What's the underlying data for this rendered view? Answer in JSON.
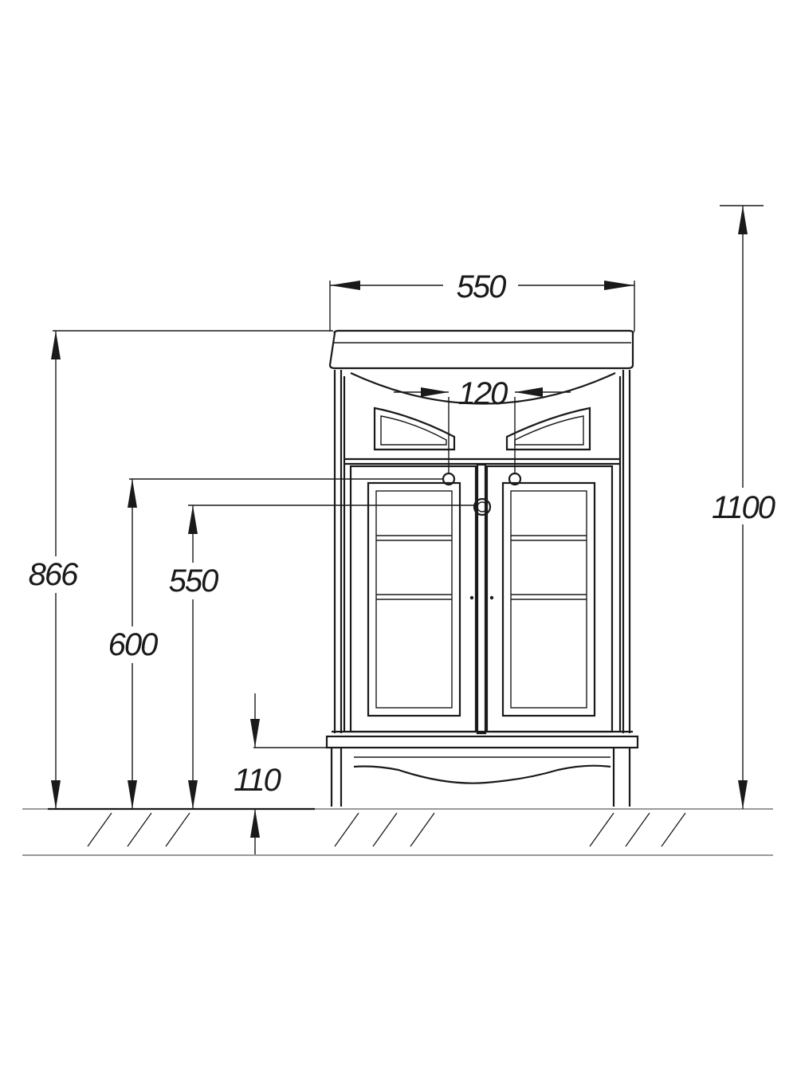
{
  "dimensions": {
    "total_width": "550",
    "hole_spacing": "120",
    "overall_height": "1100",
    "countertop_height": "866",
    "upper_outlet_height": "600",
    "lower_outlet_height": "550",
    "leg_height": "110"
  }
}
